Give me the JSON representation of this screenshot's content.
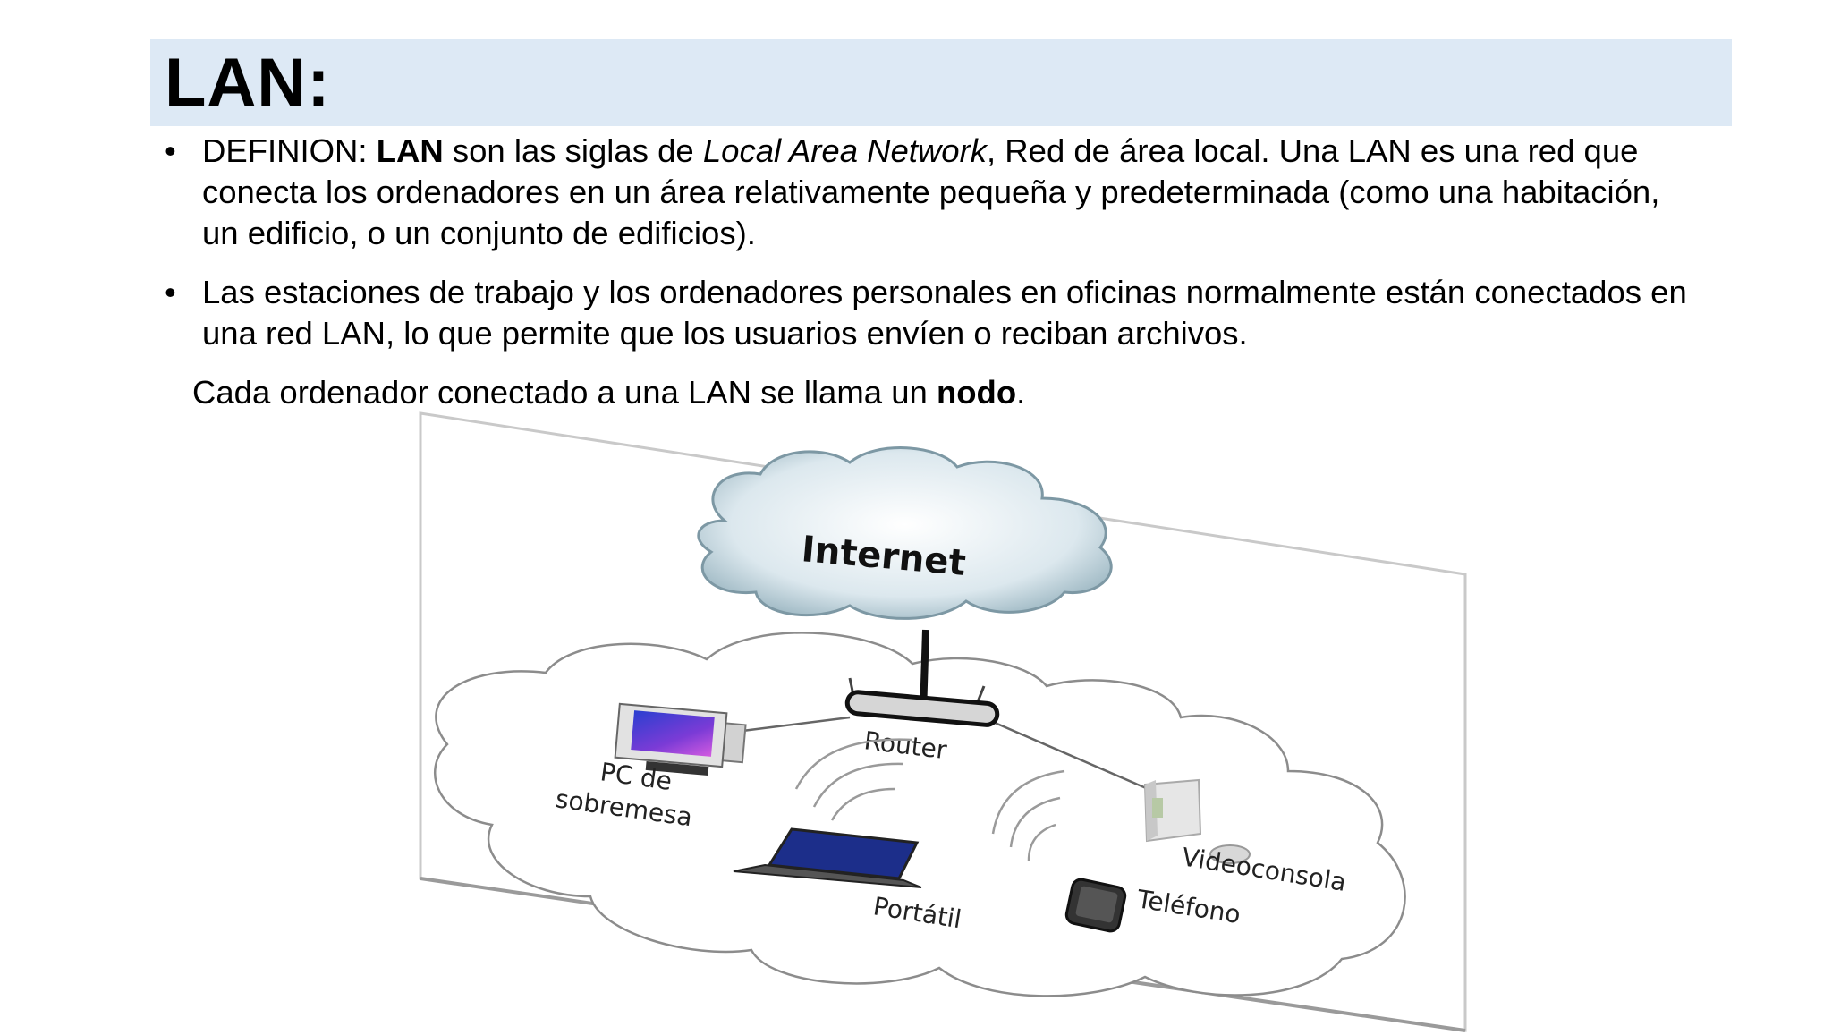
{
  "slide": {
    "title": "LAN:",
    "bullets": [
      {
        "prefix": "DEFINION: ",
        "bold": "LAN",
        "middle": " son las siglas de ",
        "italic": "Local Area Network",
        "rest": ", Red de área local. Una LAN es una red que conecta los ordenadores en un área relativamente pequeña y predeterminada (como una habitación, un edificio, o un conjunto de edificios)."
      },
      {
        "text": "Las estaciones de trabajo y los ordenadores personales en oficinas normalmente están conectados en una red LAN, lo que permite que los usuarios envíen o reciban archivos."
      }
    ],
    "note": {
      "text": "Cada ordenador conectado a una LAN se llama un ",
      "bold": "nodo",
      "end": "."
    },
    "bullet_glyph": "•"
  },
  "diagram": {
    "internet_label": "Internet",
    "router_label": "Router",
    "pc_label_line1": "PC de",
    "pc_label_line2": "sobremesa",
    "laptop_label": "Portátil",
    "phone_label": "Teléfono",
    "console_label": "Videoconsola"
  }
}
